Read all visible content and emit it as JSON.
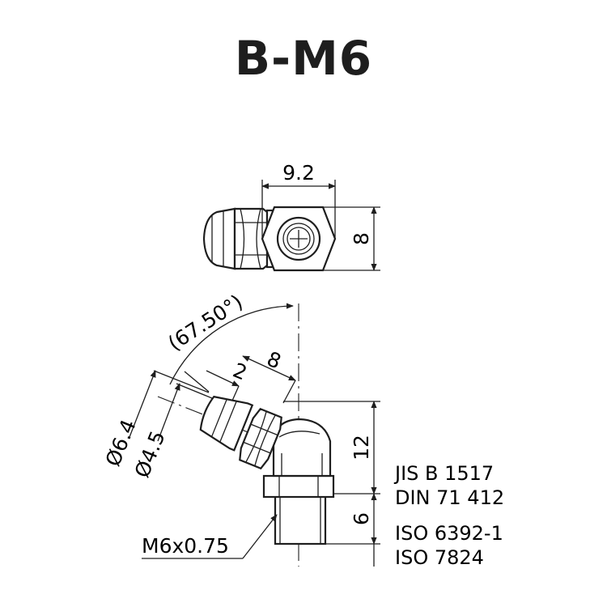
{
  "title": "B-M6",
  "dimensions": {
    "top_width": "9.2",
    "top_height": "8",
    "angle": "(67.50°)",
    "head_length": "8",
    "head_offset": "2",
    "diameter_outer": "Ø6.4",
    "diameter_inner": "Ø4.5",
    "body_height": "12",
    "thread_length": "6",
    "thread": "M6x0.75"
  },
  "standards": [
    "JIS B 1517",
    "DIN 71 412",
    "ISO 6392-1",
    "ISO 7824"
  ],
  "colors": {
    "line": "#1e1e1e",
    "background": "#ffffff"
  }
}
